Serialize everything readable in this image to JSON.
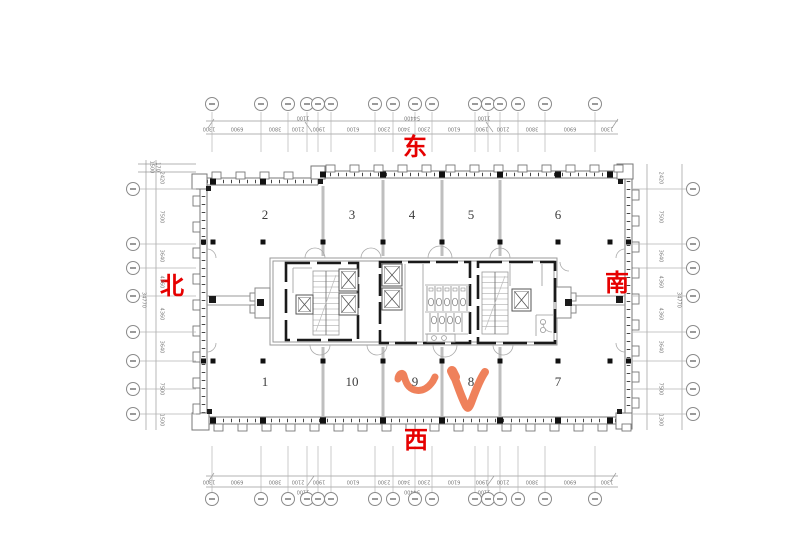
{
  "page": {
    "kind": "architectural floor plan drawing",
    "background": "#ffffff"
  },
  "compass": {
    "east": "东",
    "west": "西",
    "north": "北",
    "south": "南"
  },
  "rooms": {
    "top_row": [
      "2",
      "3",
      "4",
      "5",
      "6"
    ],
    "bottom_row": [
      "1",
      "10",
      "9",
      "8",
      "7"
    ]
  },
  "dimensions": {
    "top": {
      "total": "54400",
      "segments": [
        "1300",
        "6900",
        "3800",
        "2100",
        "1900",
        "6100",
        "2300",
        "3400",
        "2300",
        "6100",
        "1900",
        "2100",
        "3800",
        "6900",
        "1300"
      ],
      "jog_labels": [
        "1100",
        "1100"
      ]
    },
    "bottom": {
      "total": "54400",
      "segments": [
        "1300",
        "6900",
        "3800",
        "2100",
        "1900",
        "6100",
        "2300",
        "3400",
        "2300",
        "6100",
        "1900",
        "2100",
        "3800",
        "6900",
        "1300"
      ],
      "jog_labels": [
        "1100",
        "1100"
      ]
    },
    "left": {
      "total": "34770",
      "segments": [
        "2420",
        "7500",
        "3640",
        "4360",
        "4360",
        "3640",
        "7500",
        "1500"
      ],
      "top_small": [
        "1500",
        "170"
      ]
    },
    "right": {
      "total": "34770",
      "segments": [
        "2420",
        "7500",
        "3640",
        "4360",
        "4360",
        "3640",
        "7500",
        "1300"
      ]
    }
  },
  "markers": {
    "room9_mark": "hand-drawn check swoosh",
    "room8_mark": "hand-drawn V check"
  },
  "colors": {
    "compass_red": "#e60000",
    "marker_orange": "#ef815b",
    "line_gray": "#8a8a8a",
    "wall_gray": "#777777",
    "poche_black": "#1a1a1a"
  }
}
